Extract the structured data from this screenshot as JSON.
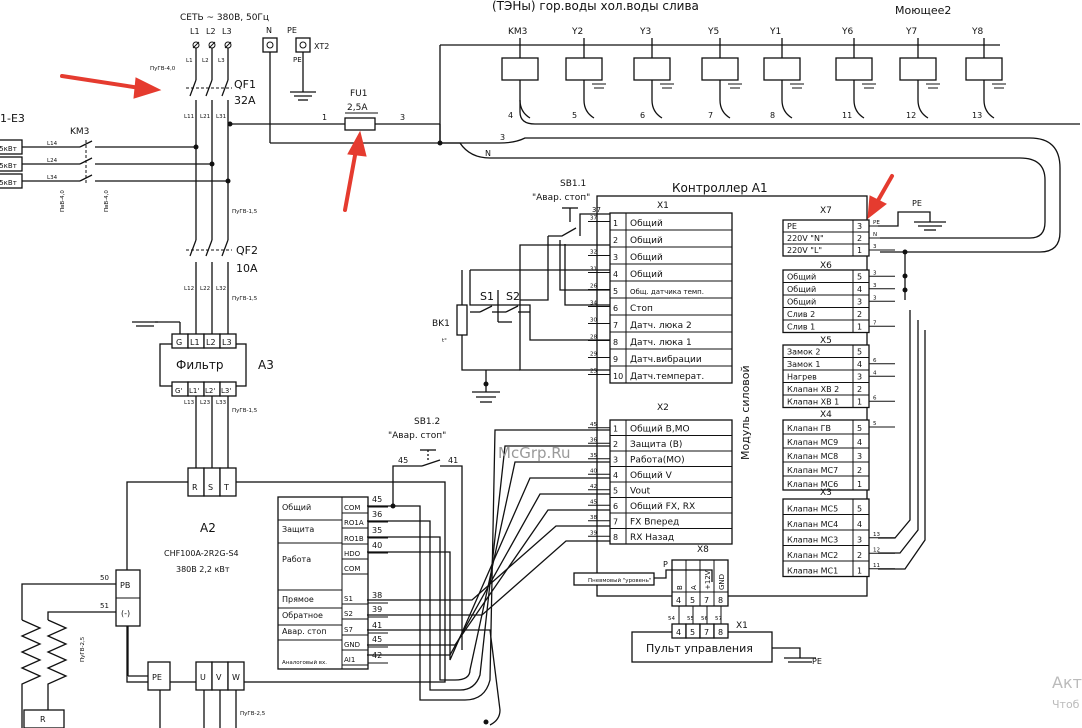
{
  "header": {
    "mains": "СЕТЬ ~ 380В, 50Гц",
    "phase_labels": [
      "L1",
      "L2",
      "L3"
    ],
    "n_terminal": "N",
    "pe_terminal": "PE",
    "xt2": "XT2",
    "top_group": "(ТЭНы)  гор.воды  хол.воды    слива",
    "moyushee": "Моющее2"
  },
  "relays": [
    {
      "label": "KM3",
      "wire": "4"
    },
    {
      "label": "Y2",
      "wire": "5"
    },
    {
      "label": "Y3",
      "wire": "6"
    },
    {
      "label": "Y5",
      "wire": "7"
    },
    {
      "label": "Y1",
      "wire": "8"
    },
    {
      "label": "Y6",
      "wire": "11"
    },
    {
      "label": "Y7",
      "wire": "12"
    },
    {
      "label": "Y8",
      "wire": "13"
    }
  ],
  "fuse": {
    "label": "FU1",
    "rating": "2,5А",
    "wire_in": "1",
    "wire_out": "3"
  },
  "bus_labels": {
    "line3": "3",
    "lineN": "N"
  },
  "left_group": {
    "e3": "1-E3",
    "km3": "KM3",
    "heaters": [
      ".5кВт",
      ".5кВт",
      ".5кВт"
    ],
    "wires": [
      "L14",
      "L24",
      "L34"
    ],
    "cable1": "ПвВ-4,0",
    "cable2": "ПвВ-4,0"
  },
  "qf1": {
    "label": "QF1",
    "rating": "32А",
    "cable": "ПуГВ-4,0",
    "outs": [
      "L11",
      "L21",
      "L31"
    ],
    "ins": [
      "L1",
      "L2",
      "L3"
    ]
  },
  "qf2": {
    "label": "QF2",
    "rating": "10А",
    "cable_in": "ПуГВ-1,5",
    "cable_out": "ПуГВ-1,5",
    "outs": [
      "L12",
      "L22",
      "L32"
    ]
  },
  "filter": {
    "label": "Фильтр",
    "ref": "A3",
    "top_terms": [
      "G",
      "L1",
      "L2",
      "L3"
    ],
    "bot_terms": [
      "G'",
      "L1'",
      "L2'",
      "L3'"
    ],
    "outs": [
      "L13",
      "L23",
      "L33"
    ],
    "cable": "ПуГВ-1,5"
  },
  "drive": {
    "ref": "A2",
    "model": "CHF100A-2R2G-S4",
    "spec": "380В 2,2 кВт",
    "rst": [
      "R",
      "S",
      "T"
    ],
    "labels": [
      "Общий",
      "Защита",
      "Работа",
      "Прямое",
      "Обратное",
      "Авар. стоп",
      "Аналоговый вх."
    ],
    "terms": [
      "COM",
      "RO1A",
      "RO1B",
      "HDO",
      "COM",
      "S1",
      "S2",
      "S7",
      "GND",
      "AI1"
    ],
    "wires": [
      "45",
      "36",
      "35",
      "40",
      "38",
      "39",
      "41",
      "45",
      "42"
    ],
    "pb": "PB",
    "minus": "(-)",
    "pb_wires": [
      "50",
      "51"
    ],
    "pb_cable": "ПуГВ-2,5",
    "out_terms": [
      "PE",
      "U",
      "V",
      "W"
    ],
    "out_cable": "ПуГВ-2,5",
    "r_label": "R"
  },
  "sb11": {
    "label": "SB1.1",
    "desc": "\"Авар. стоп\"",
    "wire": "37"
  },
  "sb12": {
    "label": "SB1.2",
    "desc": "\"Авар. стоп\"",
    "wires": [
      "45",
      "41"
    ]
  },
  "sensors": {
    "s1": "S1",
    "s2": "S2",
    "bk1": "BK1",
    "t": "t°"
  },
  "controller": {
    "title": "Контроллер А1",
    "module": "Модуль силовой",
    "x1_ref": "X1",
    "x1_rows": [
      {
        "n": "1",
        "t": "Общий",
        "w": "37"
      },
      {
        "n": "2",
        "t": "Общий",
        "w": ""
      },
      {
        "n": "3",
        "t": "Общий",
        "w": "32"
      },
      {
        "n": "4",
        "t": "Общий",
        "w": "31"
      },
      {
        "n": "5",
        "t": "Общ. датчика темп.",
        "w": "26"
      },
      {
        "n": "6",
        "t": "Стоп",
        "w": "34"
      },
      {
        "n": "7",
        "t": "Датч. люка 2",
        "w": "30"
      },
      {
        "n": "8",
        "t": "Датч. люка 1",
        "w": "28"
      },
      {
        "n": "9",
        "t": "Датч.вибрации",
        "w": "29"
      },
      {
        "n": "10",
        "t": "Датч.температ.",
        "w": "25"
      }
    ],
    "x2_ref": "X2",
    "x2_rows": [
      {
        "n": "1",
        "t": "Общий В,МО",
        "w": "45"
      },
      {
        "n": "2",
        "t": "Защита (В)",
        "w": "36"
      },
      {
        "n": "3",
        "t": "Работа(МО)",
        "w": "35"
      },
      {
        "n": "4",
        "t": "Общий V",
        "w": "40"
      },
      {
        "n": "5",
        "t": "Vout",
        "w": "42"
      },
      {
        "n": "6",
        "t": "Общий FX, RX",
        "w": "45"
      },
      {
        "n": "7",
        "t": "FX    Вперед",
        "w": "38"
      },
      {
        "n": "8",
        "t": "RX    Назад",
        "w": "39"
      }
    ],
    "x7_ref": "X7",
    "x7_rows": [
      {
        "t": "PE",
        "n": "3",
        "w": "PE"
      },
      {
        "t": "220V \"N\"",
        "n": "2",
        "w": "N"
      },
      {
        "t": "220V \"L\"",
        "n": "1",
        "w": "3"
      }
    ],
    "x6_ref": "X6",
    "x6_rows": [
      {
        "t": "Общий",
        "n": "5",
        "w": "3"
      },
      {
        "t": "Общий",
        "n": "4",
        "w": "3"
      },
      {
        "t": "Общий",
        "n": "3",
        "w": "3"
      },
      {
        "t": "Слив 2",
        "n": "2",
        "w": ""
      },
      {
        "t": "Слив 1",
        "n": "1",
        "w": "7"
      }
    ],
    "x5_ref": "X5",
    "x5_rows": [
      {
        "t": "Замок 2",
        "n": "5",
        "w": ""
      },
      {
        "t": "Замок 1",
        "n": "4",
        "w": "6"
      },
      {
        "t": "Нагрев",
        "n": "3",
        "w": "4"
      },
      {
        "t": "Клапан ХВ 2",
        "n": "2",
        "w": ""
      },
      {
        "t": "Клапан ХВ 1",
        "n": "1",
        "w": "6"
      }
    ],
    "x4_ref": "X4",
    "x4_rows": [
      {
        "t": "Клапан ГВ",
        "n": "5",
        "w": "5"
      },
      {
        "t": "Клапан МС9",
        "n": "4",
        "w": ""
      },
      {
        "t": "Клапан МС8",
        "n": "3",
        "w": ""
      },
      {
        "t": "Клапан МС7",
        "n": "2",
        "w": ""
      },
      {
        "t": "Клапан МС6",
        "n": "1",
        "w": ""
      }
    ],
    "x3_ref": "X3",
    "x3_rows": [
      {
        "t": "Клапан МС5",
        "n": "5",
        "w": ""
      },
      {
        "t": "Клапан МС4",
        "n": "4",
        "w": ""
      },
      {
        "t": "Клапан МС3",
        "n": "3",
        "w": "13"
      },
      {
        "t": "Клапан МС2",
        "n": "2",
        "w": "12"
      },
      {
        "t": "Клапан МС1",
        "n": "1",
        "w": "11"
      }
    ],
    "x8_ref": "X8",
    "x8_cols": [
      "B",
      "A",
      "+12V",
      "GND"
    ],
    "x8_nums": [
      "4",
      "5",
      "7",
      "8"
    ],
    "x8_wires": [
      "54",
      "55",
      "56",
      "57"
    ],
    "p_label": "P",
    "level": "Пневмовый \"уровень\""
  },
  "panel": {
    "ref": "X1",
    "label": "Пульт управления",
    "nums": [
      "4",
      "5",
      "7",
      "8"
    ],
    "pe": "PE"
  },
  "pe_x7": "PE",
  "watermark": "McGrp.Ru",
  "activation": {
    "line1": "Акт",
    "line2": "Чтоб"
  }
}
